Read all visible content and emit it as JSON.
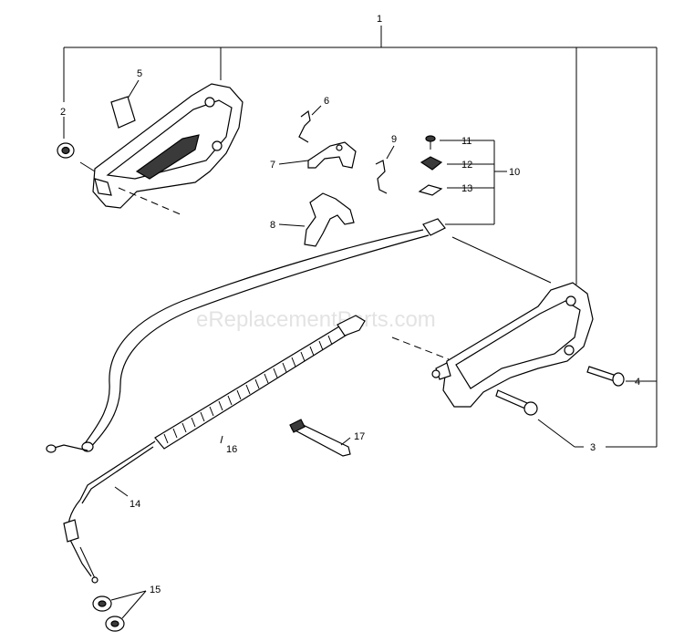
{
  "watermark": "eReplacementParts.com",
  "callouts": {
    "c1": "1",
    "c2": "2",
    "c3": "3",
    "c4": "4",
    "c5": "5",
    "c6": "6",
    "c7": "7",
    "c8": "8",
    "c9": "9",
    "c10": "10",
    "c11": "11",
    "c12": "12",
    "c13": "13",
    "c14": "14",
    "c15": "15",
    "c16": "16",
    "c17": "17"
  }
}
